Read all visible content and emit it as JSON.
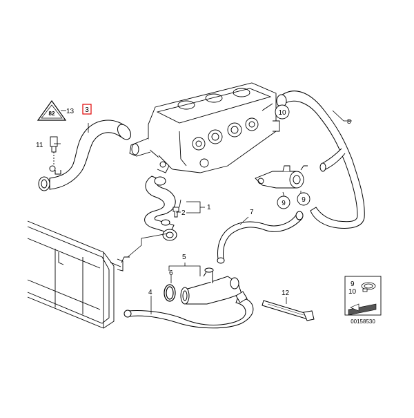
{
  "diagram": {
    "part_numbers": {
      "p1": "1",
      "p2": "2",
      "p3": "3",
      "p4": "4",
      "p5": "5",
      "p6": "6",
      "p7": "7",
      "p8": "8",
      "p9a": "9",
      "p9b": "9",
      "p10": "10",
      "p11": "11",
      "p12": "12",
      "p13": "13"
    },
    "warning_label_text": "82",
    "highlighted_part": "3",
    "legend": {
      "line1": "9",
      "line2": "10"
    },
    "diagram_id": "00158530",
    "colors": {
      "highlight": "#e00000",
      "line": "#000000",
      "background": "#ffffff"
    }
  }
}
